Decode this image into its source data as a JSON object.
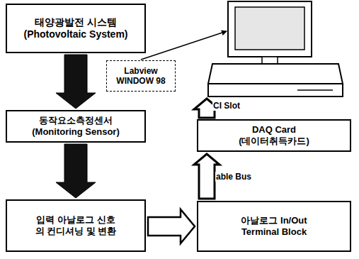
{
  "diagram": {
    "nodes": [
      {
        "text": [
          "태양광발전 시스템",
          "(Photovoltaic System)"
        ]
      },
      {
        "text": [
          "동작요소측정센서",
          "(Monitoring Sensor)"
        ]
      },
      {
        "text": [
          "입력 아날로그 신호의 컨디셔닝 및 변환"
        ]
      },
      {
        "text": [
          "아날로그 In/Out Terminal Block"
        ]
      },
      {
        "text": [
          "DAQ Card",
          "(데이터취득카드)"
        ]
      },
      {
        "text": [
          "Labview WINDOW 98"
        ]
      }
    ],
    "edges": [
      {
        "from": 0,
        "to": 1,
        "arrow": "to"
      },
      {
        "from": 1,
        "to": 2,
        "arrow": "to"
      },
      {
        "from": 2,
        "to": 3,
        "arrow": "to"
      },
      {
        "from": 3,
        "to": 4,
        "arrow": "to",
        "label": "able Bus"
      }
    ],
    "labels": [
      "CI Slot"
    ]
  }
}
